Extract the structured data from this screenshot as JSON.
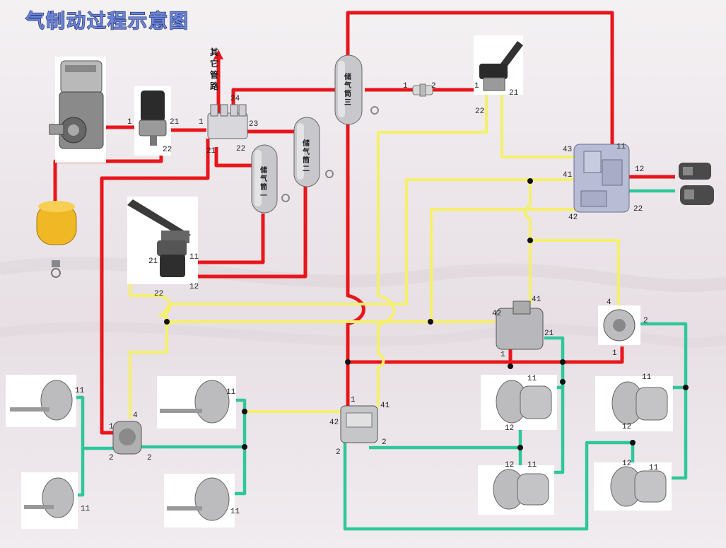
{
  "title": "气制动过程示意图",
  "labels": {
    "other_lines": "其它管路",
    "tank1": "储气筒一",
    "tank2": "储气筒二",
    "tank3": "储气筒三"
  },
  "ports": {
    "dryer_in": "1",
    "dryer_out": "21",
    "dryer_22": "22",
    "fourway_1": "1",
    "fourway_24": "24",
    "fourway_23": "23",
    "fourway_21": "21",
    "fourway_22": "22",
    "filter_1": "1",
    "filter_2": "2",
    "hand_1": "1",
    "hand_21": "21",
    "hand_22": "22",
    "trailer_43": "43",
    "trailer_11": "11",
    "trailer_41": "41",
    "trailer_42": "42",
    "trailer_12": "12",
    "trailer_22": "22",
    "foot_21": "21",
    "foot_11": "11",
    "foot_22": "22",
    "foot_12": "12",
    "relayL_1": "1",
    "relayL_4": "4",
    "relayL_2a": "2",
    "relayL_2b": "2",
    "relayC_1": "1",
    "relayC_41": "41",
    "relayC_42": "42",
    "relayC_2a": "2",
    "relayC_2b": "2",
    "relayR_42": "42",
    "relayR_41": "41",
    "relayR_21": "21",
    "relayR_1": "1",
    "quick_4": "4",
    "quick_2": "2",
    "quick_1": "1",
    "ch_fl": "11",
    "ch_rl1": "11",
    "ch_rl2": "11",
    "ch_rl3": "11",
    "sp1_11": "11",
    "sp1_12": "12",
    "sp2_11": "11",
    "sp2_12": "12",
    "sp3_11": "11",
    "sp3_12": "12",
    "sp4_11": "11",
    "sp4_12": "12"
  }
}
